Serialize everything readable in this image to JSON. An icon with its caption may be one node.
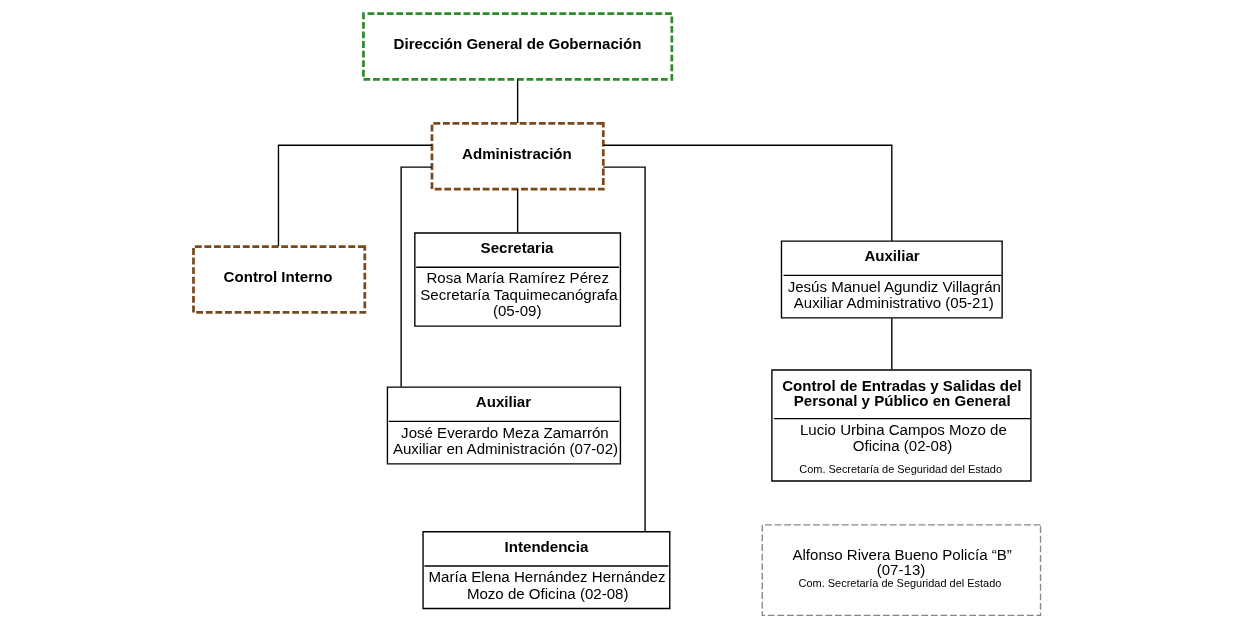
{
  "diagram": {
    "nodes": [
      {
        "text": [
          "Dirección General de Gobernación"
        ]
      },
      {
        "text": [
          "Administración"
        ]
      },
      {
        "text": [
          "Secretaria",
          "Rosa María Ramírez Pérez Secretaría Taquimecanógrafa (05-09)"
        ]
      },
      {
        "text": [
          "Control Interno"
        ]
      },
      {
        "text": [
          "Auxiliar",
          "Jesús Manuel Agundiz Villagrán Auxiliar Administrativo (05-21)"
        ]
      },
      {
        "text": [
          "Auxiliar",
          "José Everardo Meza Zamarrón Auxiliar en Administración (07-02)"
        ]
      },
      {
        "text": [
          "Control de Entradas y Salidas del Personal y Público en General",
          "Lucio Urbina Campos Mozo de Oficina (02-08)",
          "Com. Secretaría de Seguridad del Estado"
        ]
      },
      {
        "text": [
          "Alfonso Rivera Bueno Policía “B” (07-13)",
          "Com. Secretaría de Seguridad del Estado"
        ]
      },
      {
        "text": [
          "Intendencia",
          "María Elena Hernández Hernández Mozo de Oficina (02-08)"
        ]
      }
    ],
    "edges": [
      {
        "from": 0,
        "to": 1,
        "arrow": "none"
      },
      {
        "from": 1,
        "to": 2,
        "arrow": "none"
      },
      {
        "from": 1,
        "to": 3,
        "arrow": "none"
      },
      {
        "from": 1,
        "to": 4,
        "arrow": "none"
      },
      {
        "from": 1,
        "to": 5,
        "arrow": "none"
      },
      {
        "from": 1,
        "to": 8,
        "arrow": "none"
      },
      {
        "from": 4,
        "to": 6,
        "arrow": "none"
      }
    ]
  }
}
